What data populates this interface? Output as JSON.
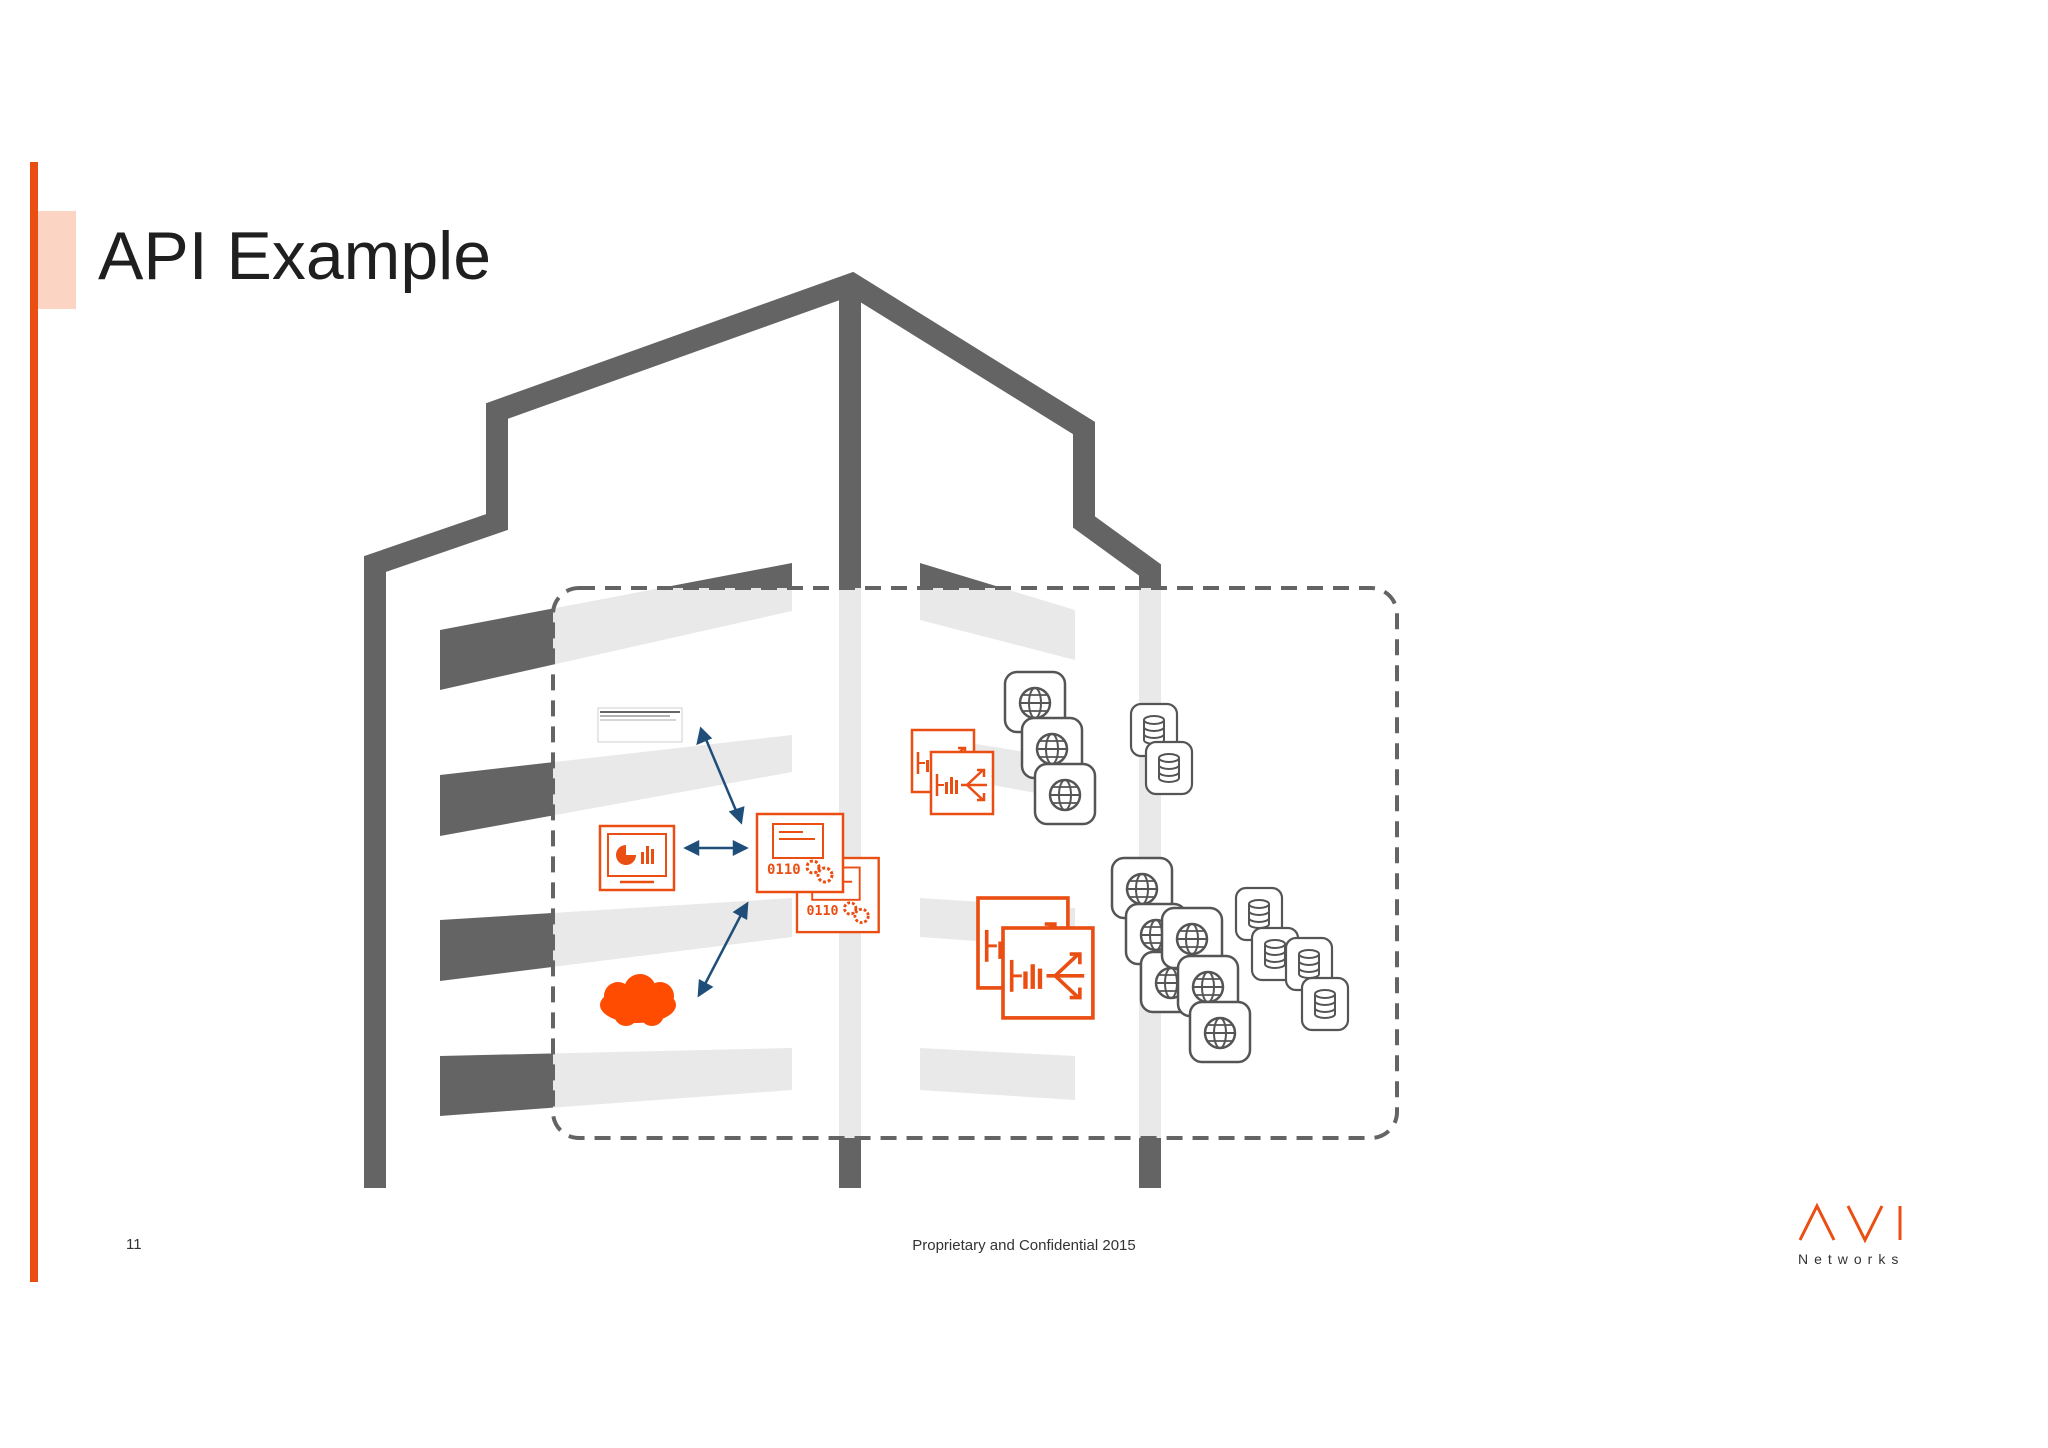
{
  "slide": {
    "title": "API Example",
    "page_number": "11",
    "footer": "Proprietary and Confidential 2015"
  },
  "logo": {
    "subtext": "Networks"
  },
  "colors": {
    "accent": "#ea4e12",
    "title_accent": "#fcd4c4",
    "building": "#646464",
    "arrow": "#1f4e79",
    "icon_outline": "#555555"
  },
  "diagram": {
    "icons": [
      "document-icon",
      "analytics-dashboard-icon",
      "cloud-icon",
      "controller-icon",
      "load-balancer-icon",
      "web-server-icon",
      "database-icon"
    ]
  }
}
